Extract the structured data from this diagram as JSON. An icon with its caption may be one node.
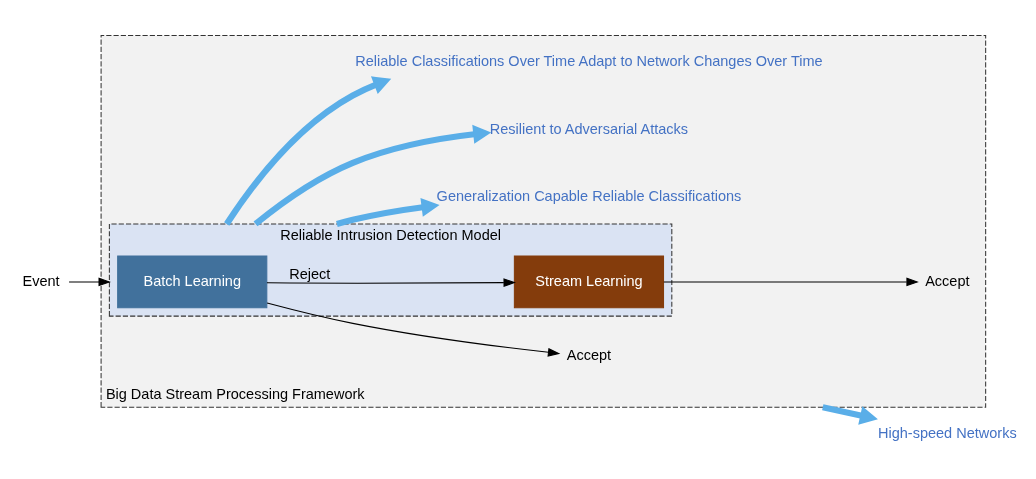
{
  "diagram": {
    "nodes": [
      {
        "text": [
          "Big Data Stream Processing Framework"
        ]
      },
      {
        "text": [
          "Reliable Intrusion Detection Model"
        ],
        "in": 0
      },
      {
        "text": [
          "Batch Learning"
        ],
        "in": 1
      },
      {
        "text": [
          "Stream Learning"
        ],
        "in": 1
      },
      {
        "text": [
          "Event"
        ]
      },
      {
        "text": [
          "Accept"
        ],
        "in": 0
      },
      {
        "text": [
          "Accept"
        ],
        "in": 0
      },
      {
        "text": [
          "Generalization Capable Reliable Classifications"
        ],
        "in": 0
      },
      {
        "text": [
          "Resilient to Adversarial Attacks"
        ],
        "in": 0
      },
      {
        "text": [
          "Reliable Classifications Over Time Adapt to Network Changes Over Time"
        ],
        "in": 0
      },
      {
        "text": [
          "High-speed Networks"
        ]
      }
    ],
    "edges": [
      {
        "from": 4,
        "to": 1,
        "arrow": "to"
      },
      {
        "from": 2,
        "to": 3,
        "label": "Reject",
        "arrow": "to"
      },
      {
        "from": 2,
        "to": 5,
        "arrow": "to"
      },
      {
        "from": 3,
        "to": 6,
        "arrow": "to"
      },
      {
        "from": 1,
        "to": 7,
        "arrow": "to",
        "style": "thick",
        "color": "#5aaee8"
      },
      {
        "from": 1,
        "to": 8,
        "arrow": "to",
        "style": "thick",
        "color": "#5aaee8"
      },
      {
        "from": 1,
        "to": 9,
        "arrow": "to",
        "style": "thick",
        "color": "#5aaee8"
      },
      {
        "from": 0,
        "to": 10,
        "arrow": "to",
        "style": "thick",
        "color": "#5aaee8"
      }
    ]
  }
}
